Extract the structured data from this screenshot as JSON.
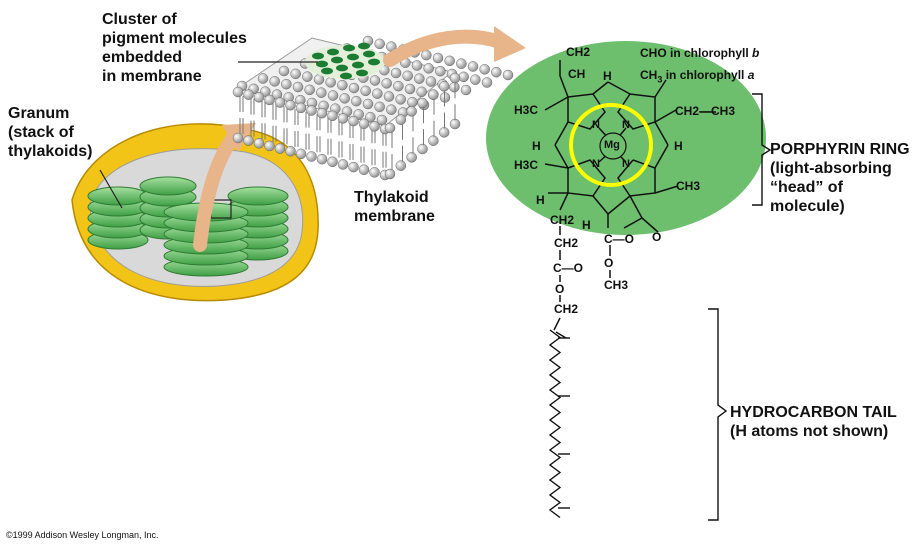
{
  "labels": {
    "cluster": "Cluster of\npigment molecules\nembedded\nin membrane",
    "granum": "Granum\n(stack of\nthylakoids)",
    "thylakoid_membrane": "Thylakoid\nmembrane",
    "porphyrin_ring": "PORPHYRIN RING\n(light-absorbing\n“head” of\nmolecule)",
    "hydrocarbon_tail": "HYDROCARBON TAIL\n(H atoms not shown)",
    "cho_b_prefix": "CHO in chlorophyll ",
    "cho_b_italic": "b",
    "ch3_a_prefix": "CH",
    "ch3_a_sub": "3",
    "ch3_a_mid": " in chlorophyll ",
    "ch3_a_italic": "a",
    "copyright": "©1999 Addison Wesley Longman, Inc."
  },
  "molecule": {
    "ch2_top": "CH2",
    "ch_top": "CH",
    "h_top": "H",
    "h3c_left": "H3C",
    "c_eq": "C",
    "ch2ch3": "CH2—CH3",
    "mg": "Mg",
    "n": "N",
    "h_left": "H",
    "h_right": "H",
    "ch3_right": "CH3",
    "h3c_lower": "H3C",
    "h_lower": "H",
    "ch2_a": "CH2",
    "ch2_b": "CH2",
    "c_o_1": "C—O",
    "o_1": "O",
    "c_o_2": "C—O",
    "o_2": "O",
    "ch3_bottom": "CH3",
    "ch2_c": "CH2",
    "o_ring": "O",
    "h_ring": "H"
  },
  "colors": {
    "chloroplast_outer": "#f2c418",
    "stroma": "#d8d8d8",
    "granum": "#6cc46c",
    "porphyrin_bg": "#6dbf6d",
    "highlight_ring": "#ffff00",
    "arrow": "#e8b48a"
  }
}
